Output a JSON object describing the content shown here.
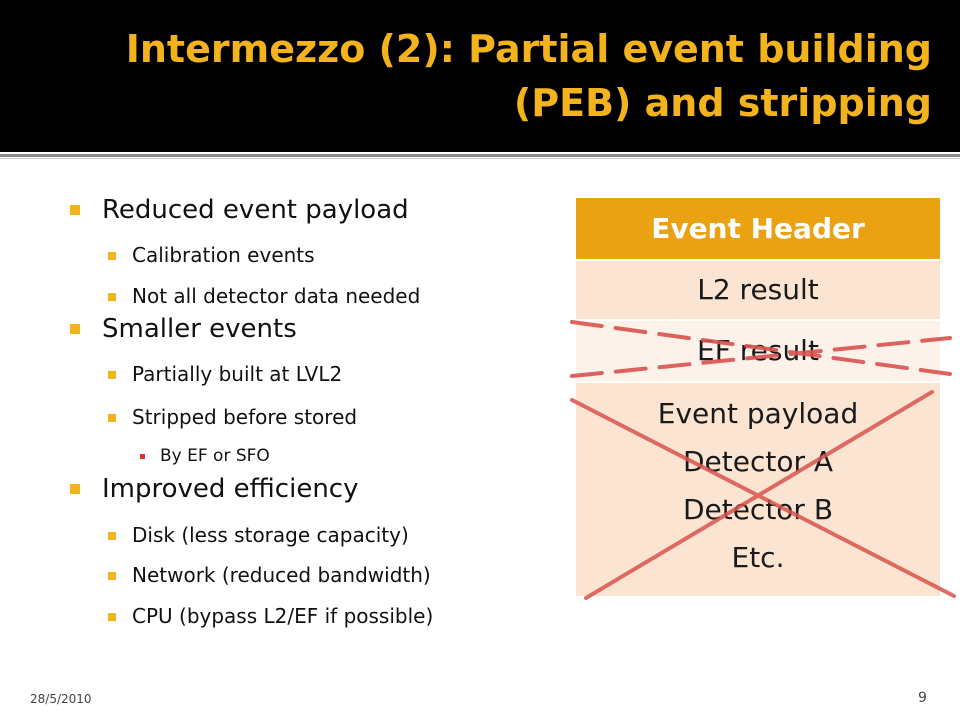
{
  "title": {
    "line1": "Intermezzo (2): Partial event building",
    "line2": "(PEB) and stripping"
  },
  "bullets": [
    {
      "level": 1,
      "text": "Reduced event payload"
    },
    {
      "level": 2,
      "text": "Calibration events"
    },
    {
      "level": 2,
      "text": "Not all detector data needed"
    },
    {
      "level": 1,
      "text": "Smaller events"
    },
    {
      "level": 2,
      "text": "Partially built at LVL2"
    },
    {
      "level": 2,
      "text": "Stripped before stored"
    },
    {
      "level": 3,
      "text": "By EF or SFO"
    },
    {
      "level": 1,
      "text": "Improved efficiency"
    },
    {
      "level": 2,
      "text": "Disk (less storage capacity)"
    },
    {
      "level": 2,
      "text": "Network (reduced bandwidth)"
    },
    {
      "level": 2,
      "text": "CPU (bypass L2/EF if possible)"
    }
  ],
  "event_table": {
    "header": "Event Header",
    "l2": "L2 result",
    "ef": "EF result",
    "payload": [
      "Event payload",
      "Detector A",
      "Detector B",
      "Etc."
    ]
  },
  "footer": {
    "date": "28/5/2010",
    "page": "9"
  },
  "colors": {
    "accent": "#f2b31d",
    "header_fill": "#eaa212",
    "strike": "#d9534f"
  }
}
